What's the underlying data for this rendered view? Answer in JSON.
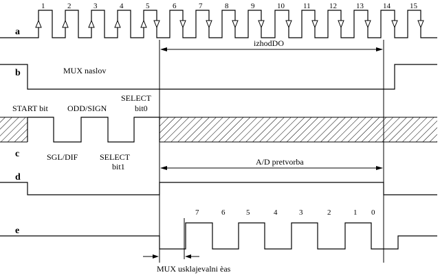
{
  "signals": {
    "a": "a",
    "b": "b",
    "c": "c",
    "d": "d",
    "e": "e"
  },
  "clock": {
    "pulse_numbers": [
      "1",
      "2",
      "3",
      "4",
      "5",
      "6",
      "7",
      "8",
      "9",
      "10",
      "11",
      "12",
      "13",
      "14",
      "15"
    ]
  },
  "annotations": {
    "output_interval": "izhodDO",
    "mux_address": "MUX naslov",
    "start_bit": "START bit",
    "odd_sign": "ODD/SIGN",
    "select_bit0_line1": "SELECT",
    "select_bit0_line2": "bit0",
    "sgl_dif": "SGL/DIF",
    "select_bit1_line1": "SELECT",
    "select_bit1_line2": "bit1",
    "ad_conversion": "A/D pretvorba",
    "mux_settling_time": "MUX usklajevalni èas"
  },
  "data_bits": [
    "7",
    "6",
    "5",
    "4",
    "3",
    "2",
    "1",
    "0"
  ]
}
